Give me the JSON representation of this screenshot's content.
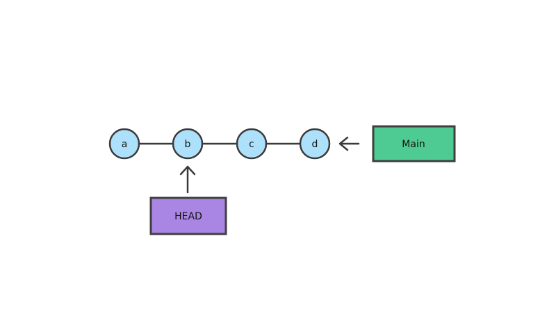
{
  "diagram": {
    "type": "commit-graph",
    "nodes": [
      {
        "label": "a"
      },
      {
        "label": "b"
      },
      {
        "label": "c"
      },
      {
        "label": "d"
      }
    ],
    "branch_box": {
      "label": "Main"
    },
    "head_box": {
      "label": "HEAD"
    },
    "colors": {
      "background": "#ffffff",
      "node_fill": "#ade1fb",
      "node_stroke": "#3a3a3a",
      "edge": "#3a3a3a",
      "main_fill": "#4ecb92",
      "head_fill": "#aa86e4",
      "box_stroke": "#3f3f3f",
      "text": "#111111"
    }
  }
}
